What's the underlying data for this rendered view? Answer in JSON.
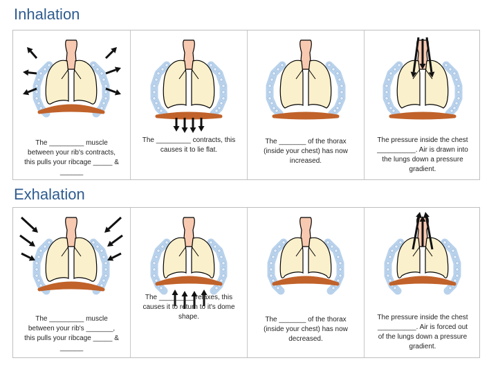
{
  "inhalation": {
    "title": "Inhalation",
    "captions": [
      "The _________ muscle\nbetween your rib's contracts,\nthis pulls your ribcage _____ &\n______",
      "The _________ contracts, this\ncauses it to lie flat.",
      "The _______ of the thorax\n(inside your chest) has now\nincreased.",
      "The pressure inside the chest\n__________.  Air is drawn into\nthe lungs down a pressure\ngradient."
    ]
  },
  "exhalation": {
    "title": "Exhalation",
    "captions": [
      "The _________ muscle\nbetween your rib's _______,\nthis pulls your ribcage _____ &\n______",
      "The _________ relaxes, this\ncauses it to return to it's dome\nshape.",
      "The _______ of the thorax\n(inside your chest) has now\ndecreased.",
      "The pressure inside the chest\n__________.  Air is forced out\nof the lungs down a pressure\ngradient."
    ]
  },
  "colors": {
    "heading": "#2e5b8f",
    "lung": "#fbf0cc",
    "trachea": "#f7c9b0",
    "rib": "#b9d2ec",
    "diaphragm": "#c0622a",
    "arrow": "#111111"
  }
}
